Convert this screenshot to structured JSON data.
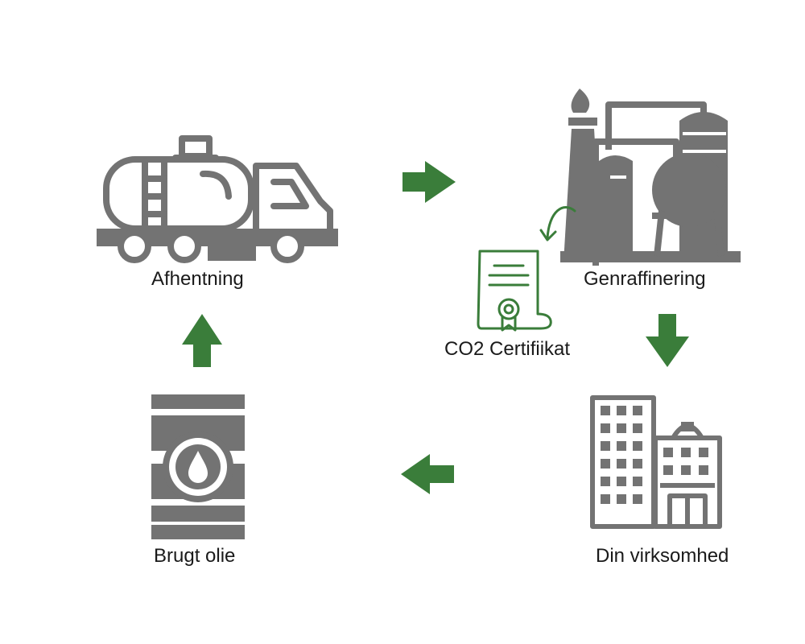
{
  "diagram": {
    "colors": {
      "icon": "#737373",
      "accent": "#3a7d3a",
      "text": "#1a1a1a",
      "background": "#ffffff"
    },
    "nodes": [
      {
        "id": "pickup",
        "label": "Afhentning",
        "icon": "tanker-truck-icon"
      },
      {
        "id": "refining",
        "label": "Genraffinering",
        "icon": "refinery-icon"
      },
      {
        "id": "certificate",
        "label": "CO2 Certifiikat",
        "icon": "certificate-icon"
      },
      {
        "id": "business",
        "label": "Din virksomhed",
        "icon": "office-buildings-icon"
      },
      {
        "id": "used_oil",
        "label": "Brugt olie",
        "icon": "oil-barrel-icon"
      }
    ],
    "flows": [
      {
        "from": "pickup",
        "to": "refining",
        "direction": "right"
      },
      {
        "from": "refining",
        "to": "business",
        "direction": "down"
      },
      {
        "from": "business",
        "to": "used_oil",
        "direction": "left"
      },
      {
        "from": "used_oil",
        "to": "pickup",
        "direction": "up"
      },
      {
        "from": "refining",
        "to": "certificate",
        "direction": "curved-down-left"
      }
    ]
  }
}
